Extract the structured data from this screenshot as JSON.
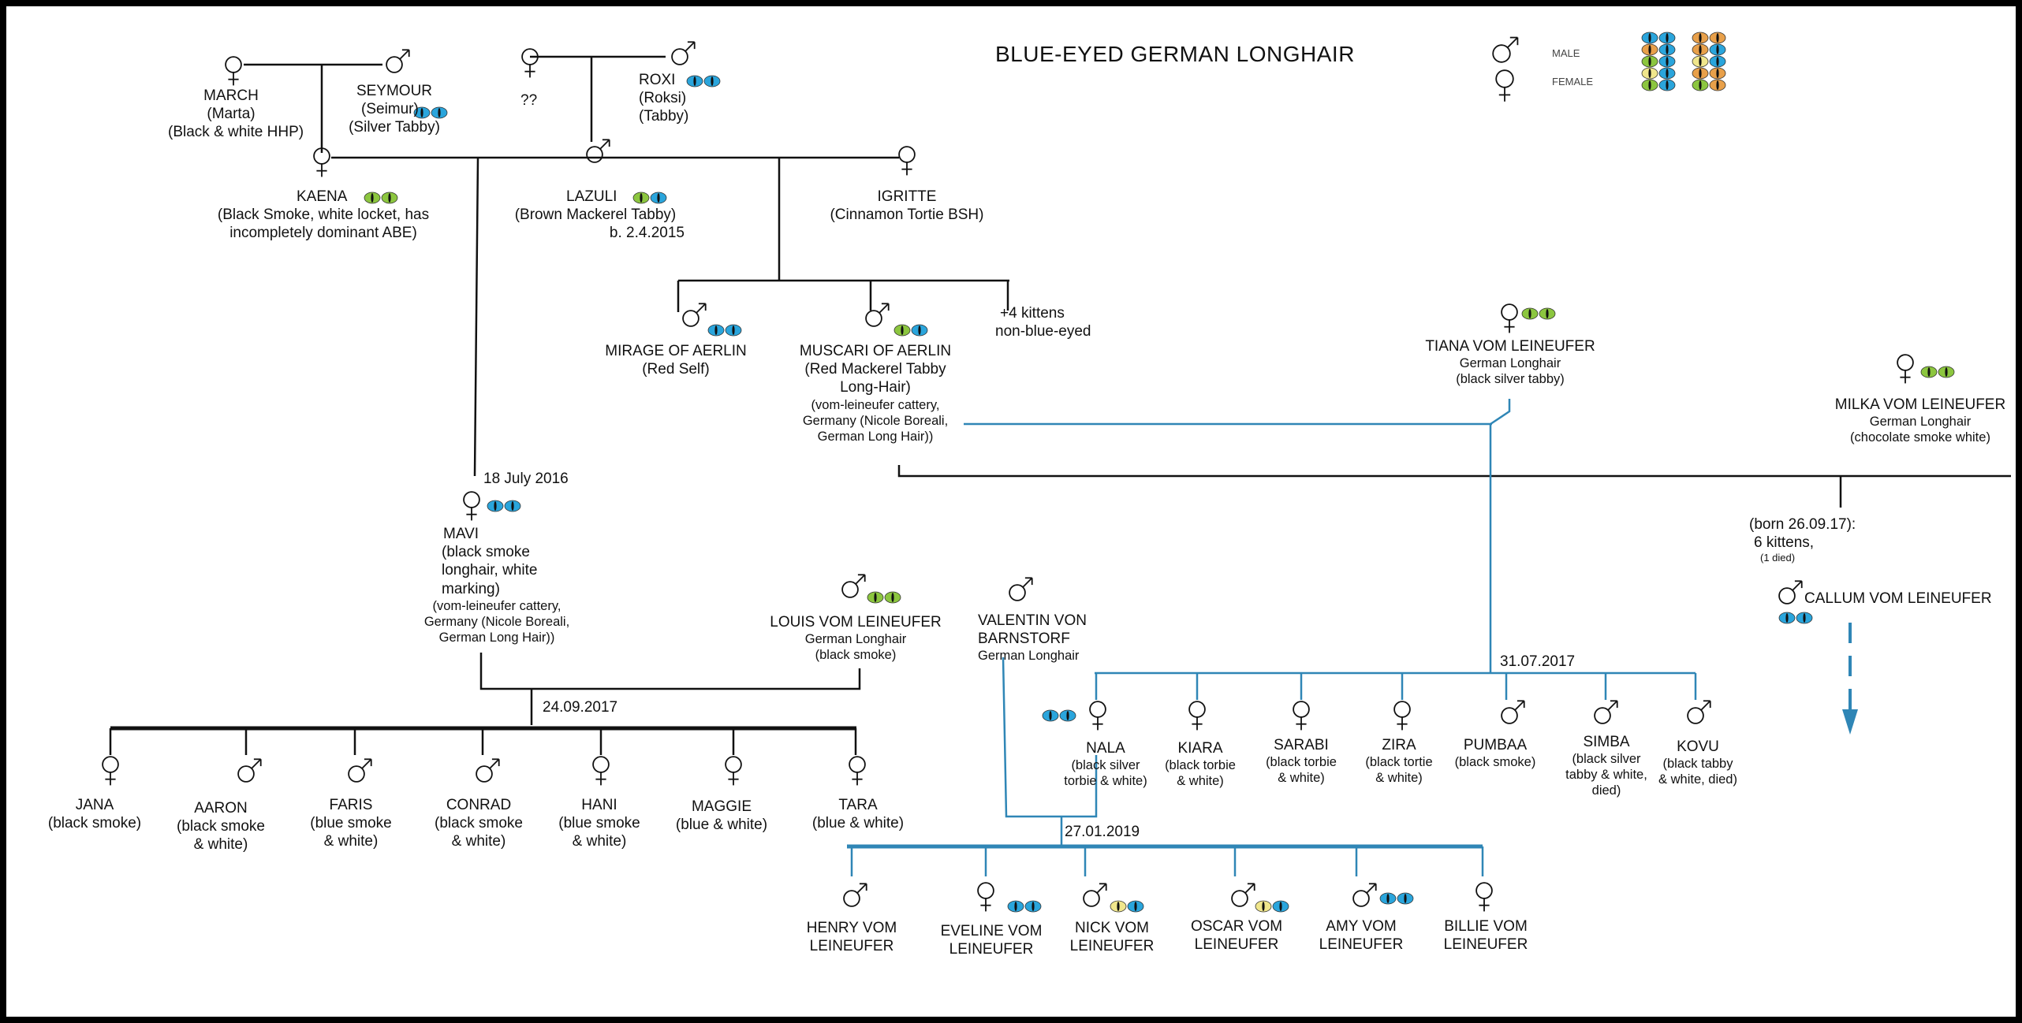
{
  "title": "BLUE-EYED GERMAN LONGHAIR",
  "legend": {
    "male": "MALE",
    "female": "FEMALE"
  },
  "colors": {
    "black_line": "#111111",
    "blue_line": "#2f86b6",
    "eye_blue": "#2aa5dc",
    "eye_green": "#8cc63f",
    "eye_orange": "#e8a04a",
    "eye_yellow": "#f0e68c"
  },
  "cats": {
    "march": {
      "name": "MARCH",
      "alias": "(Marta)",
      "desc": "(Black & white HHP)"
    },
    "seymour": {
      "name": "SEYMOUR",
      "alias": "(Seimur)",
      "desc": "(Silver Tabby)"
    },
    "unknown": {
      "name": "??"
    },
    "roxi": {
      "name": "ROXI",
      "alias": "(Roksi)",
      "desc": "(Tabby)"
    },
    "kaena": {
      "name": "KAENA",
      "l1": "(Black Smoke, white locket, has",
      "l2": "incompletely dominant ABE)"
    },
    "lazuli": {
      "name": "LAZULI",
      "desc": "(Brown Mackerel Tabby)",
      "born": "b. 2.4.2015"
    },
    "igritte": {
      "name": "IGRITTE",
      "desc": "(Cinnamon Tortie BSH)"
    },
    "mirage": {
      "name": "MIRAGE OF AERLIN",
      "desc": "(Red Self)"
    },
    "muscari": {
      "name": "MUSCARI OF AERLIN",
      "l1": "(Red Mackerel Tabby",
      "l2": "Long-Hair)",
      "l3": "(vom-leineufer cattery,",
      "l4": "Germany  (Nicole Boreali,",
      "l5": "German Long Hair))"
    },
    "kittens4": {
      "l1": "+4 kittens",
      "l2": "non-blue-eyed"
    },
    "tiana": {
      "name": "TIANA VOM LEINEUFER",
      "breed": "German Longhair",
      "desc": "(black silver tabby)"
    },
    "milka": {
      "name": "MILKA  VOM LEINEUFER",
      "breed": "German Longhair",
      "desc": "(chocolate smoke white)"
    },
    "mavi": {
      "date": "18 July 2016",
      "name": "MAVI",
      "l1": "(black smoke",
      "l2": "longhair, white",
      "l3": "marking)",
      "l4": "(vom-leineufer cattery,",
      "l5": "Germany  (Nicole Boreali,",
      "l6": "German Long Hair))"
    },
    "litter6": {
      "l1": "(born 26.09.17):",
      "l2": "6 kittens,",
      "l3": "(1 died)"
    },
    "callum": {
      "name": "CALLUM VOM LEINEUFER"
    },
    "louis": {
      "name": "LOUIS VOM LEINEUFER",
      "breed": "German Longhair",
      "desc": "(black smoke)"
    },
    "valentin": {
      "l1": "VALENTIN VON",
      "l2": "BARNSTORF",
      "breed": "German Longhair"
    },
    "jana": {
      "name": "JANA",
      "l1": "(black smoke)"
    },
    "aaron": {
      "name": "AARON",
      "l1": "(black smoke",
      "l2": "& white)"
    },
    "faris": {
      "name": "FARIS",
      "l1": "(blue smoke",
      "l2": "& white)"
    },
    "conrad": {
      "name": "CONRAD",
      "l1": "(black smoke",
      "l2": "& white)"
    },
    "hani": {
      "name": "HANI",
      "l1": "(blue smoke",
      "l2": "& white)"
    },
    "maggie": {
      "name": "MAGGIE",
      "l1": "(blue & white)"
    },
    "tara": {
      "name": "TARA",
      "l1": "(blue & white)"
    },
    "nala": {
      "name": "NALA",
      "l1": "(black silver",
      "l2": "torbie & white)"
    },
    "kiara": {
      "name": "KIARA",
      "l1": "(black torbie",
      "l2": "& white)"
    },
    "sarabi": {
      "name": "SARABI",
      "l1": "(black torbie",
      "l2": "& white)"
    },
    "zira": {
      "name": "ZIRA",
      "l1": "(black tortie",
      "l2": "& white)"
    },
    "pumbaa": {
      "name": "PUMBAA",
      "l1": "(black smoke)"
    },
    "simba": {
      "name": "SIMBA",
      "l1": "(black silver",
      "l2": "tabby & white,",
      "l3": "died)"
    },
    "kovu": {
      "name": "KOVU",
      "l1": "(black tabby",
      "l2": "& white, died)"
    },
    "henry": {
      "l1": "HENRY VOM",
      "l2": "LEINEUFER"
    },
    "eveline": {
      "l1": "EVELINE VOM",
      "l2": "LEINEUFER"
    },
    "nick": {
      "l1": "NICK VOM",
      "l2": "LEINEUFER"
    },
    "oscar": {
      "l1": "OSCAR VOM",
      "l2": "LEINEUFER"
    },
    "amy": {
      "l1": "AMY VOM",
      "l2": "LEINEUFER"
    },
    "billie": {
      "l1": "BILLIE VOM",
      "l2": "LEINEUFER"
    }
  },
  "dates": {
    "litter_2017_09": "24.09.2017",
    "litter_2017_07": "31.07.2017",
    "litter_2019": "27.01.2019"
  }
}
